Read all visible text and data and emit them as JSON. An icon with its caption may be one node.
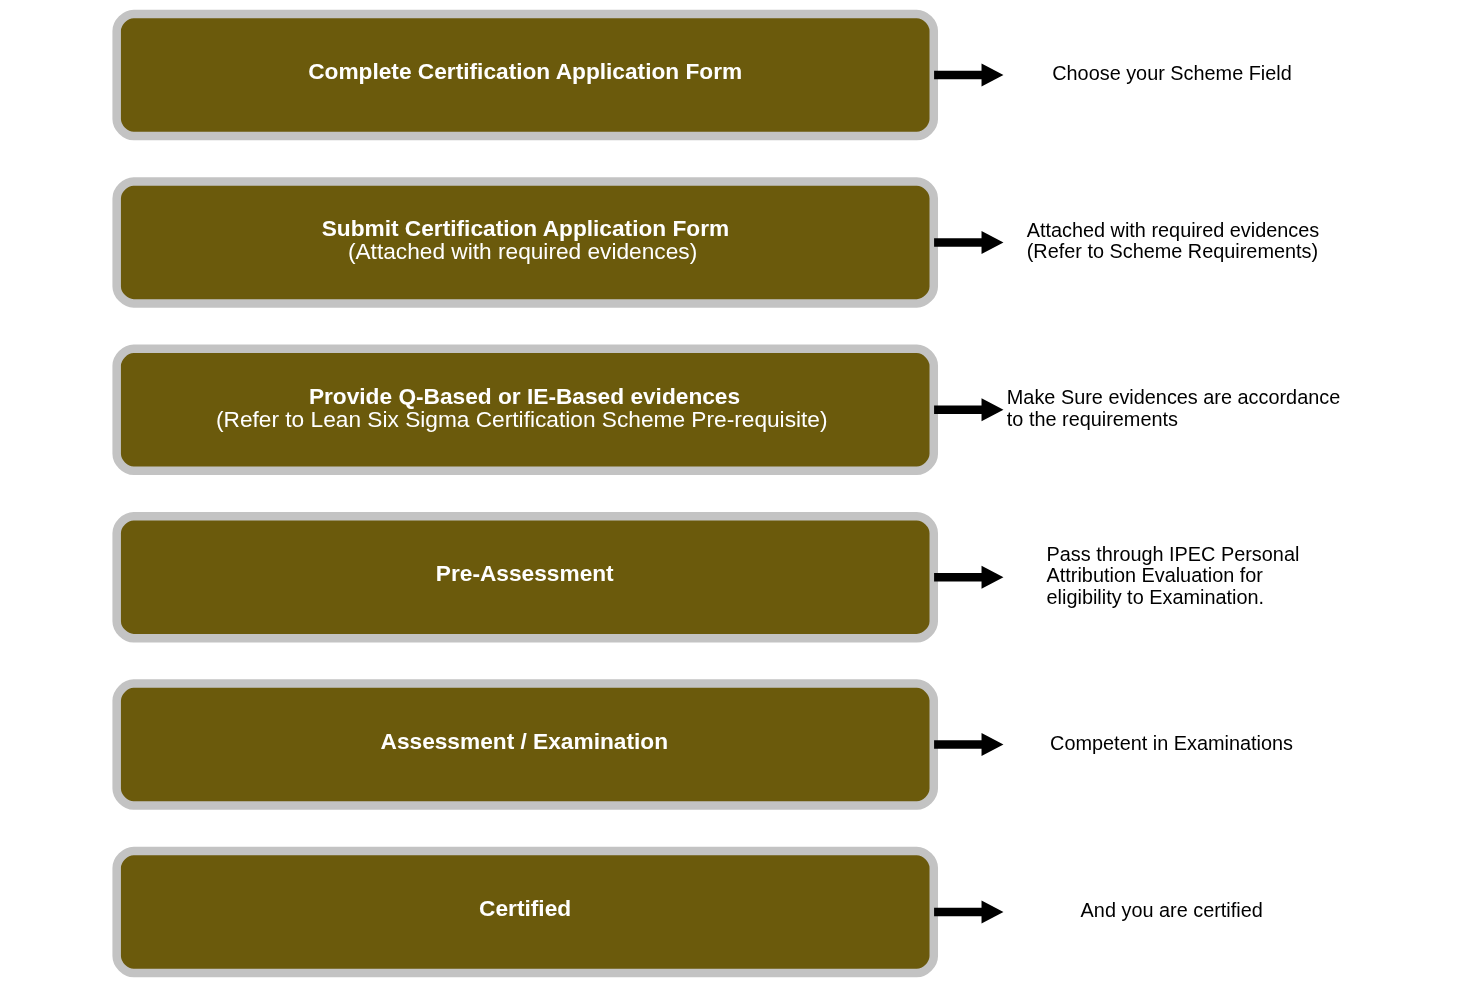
{
  "diagram": {
    "nodes": [
      {
        "text": [
          "Complete Certification Application Form"
        ]
      },
      {
        "text": [
          "Submit Certification Application Form",
          "(Attached with required evidences)"
        ]
      },
      {
        "text": [
          "Provide Q-Based or IE-Based evidences",
          "(Refer to Lean Six Sigma Certification Scheme Pre-requisite)"
        ]
      },
      {
        "text": [
          "Pre-Assessment"
        ]
      },
      {
        "text": [
          "Assessment / Examination"
        ]
      },
      {
        "text": [
          "Certified"
        ]
      },
      {
        "text": [
          "Choose your Scheme Field"
        ]
      },
      {
        "text": [
          "Attached with required evidences",
          "(Refer to Scheme Requirements)"
        ]
      },
      {
        "text": [
          "Make Sure evidences are accordance to the requirements"
        ]
      },
      {
        "text": [
          "Pass through IPEC Personal Attribution Evaluation for eligibility to Examination."
        ]
      },
      {
        "text": [
          "Competent in Examinations"
        ]
      },
      {
        "text": [
          "And you are certified"
        ]
      }
    ],
    "edges": [
      {
        "from": 0,
        "to": 6,
        "arrow": "to"
      },
      {
        "from": 1,
        "to": 7,
        "arrow": "to"
      },
      {
        "from": 2,
        "to": 8,
        "arrow": "to"
      },
      {
        "from": 3,
        "to": 9,
        "arrow": "to"
      },
      {
        "from": 4,
        "to": 10,
        "arrow": "to"
      },
      {
        "from": 5,
        "to": 11,
        "arrow": "to"
      }
    ]
  }
}
